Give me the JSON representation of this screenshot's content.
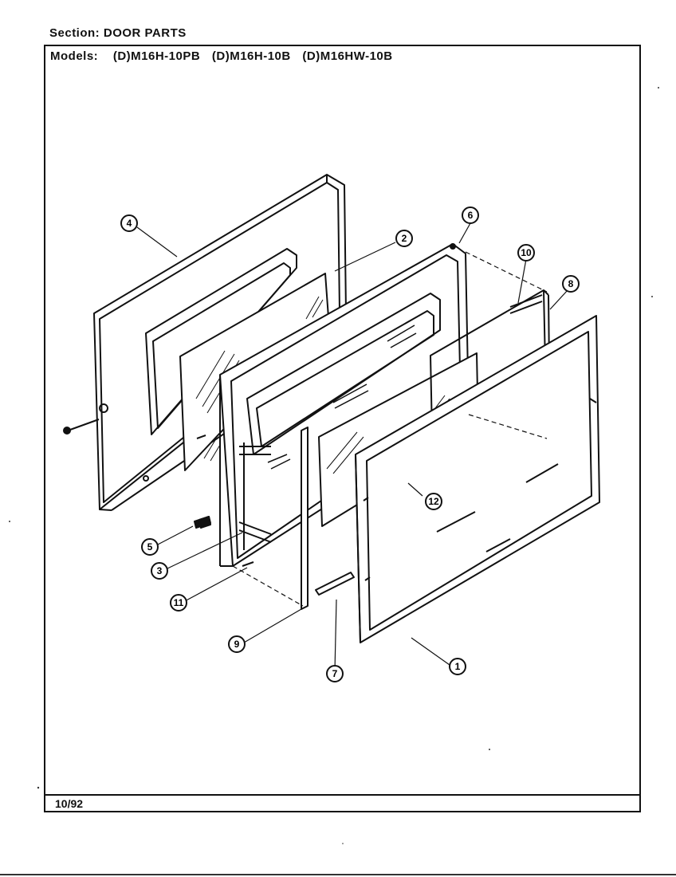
{
  "header": {
    "section_label": "Section:",
    "section_value": "DOOR PARTS",
    "models_label": "Models:",
    "models": [
      "(D)M16H-10PB",
      "(D)M16H-10B",
      "(D)M16HW-10B"
    ]
  },
  "footer": {
    "date": "10/92"
  },
  "callouts": [
    "1",
    "2",
    "3",
    "4",
    "5",
    "6",
    "7",
    "8",
    "9",
    "10",
    "11",
    "12"
  ]
}
